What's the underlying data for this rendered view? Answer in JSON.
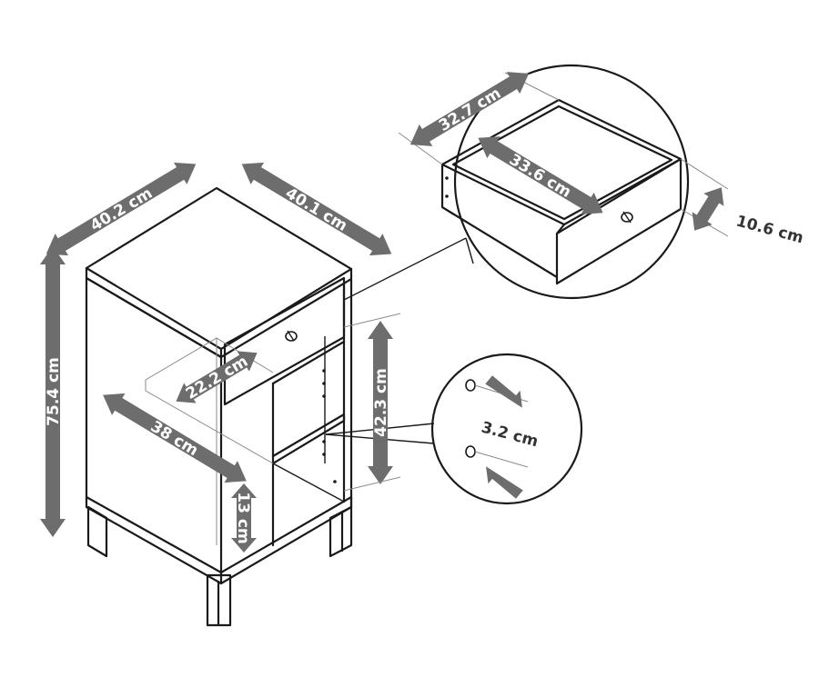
{
  "dimensions": {
    "top_depth": "40.2 cm",
    "top_width": "40.1 cm",
    "total_height": "75.4 cm",
    "shelf_inner_depth": "22.2 cm",
    "shelf_width": "38 cm",
    "open_section_height": "42.3 cm",
    "leg_height": "13 cm",
    "drawer_width": "32.7 cm",
    "drawer_depth": "33.6 cm",
    "drawer_height": "10.6 cm",
    "hole_spacing": "3.2 cm"
  },
  "colors": {
    "dimension_arrow": "#6d6d6d",
    "outline": "#1a1a1a",
    "label_on_arrow": "#ffffff",
    "label_outside": "#333333"
  }
}
